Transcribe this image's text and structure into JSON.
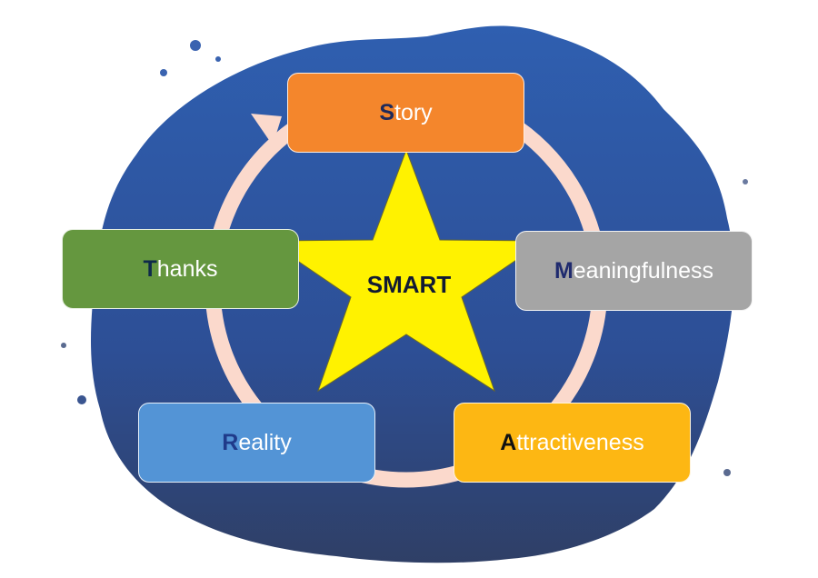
{
  "diagram": {
    "center": {
      "label": "SMART",
      "star_color": "#fff200",
      "label_color": "#111a33"
    },
    "cycle_arrow_color": "#fbd9cc",
    "background_blob_color": "#2f5aa6",
    "steps": [
      {
        "first_letter": "S",
        "rest": "tory",
        "full": "Story",
        "color": "#f4862c",
        "letter_color": "#1f2a5a"
      },
      {
        "first_letter": "M",
        "rest": "eaningfulness",
        "full": "Meaningfulness",
        "color": "#a5a5a5",
        "letter_color": "#1f2a6e"
      },
      {
        "first_letter": "A",
        "rest": "ttractiveness",
        "full": "Attractiveness",
        "color": "#fdb713",
        "letter_color": "#111111"
      },
      {
        "first_letter": "R",
        "rest": "eality",
        "full": "Reality",
        "color": "#5394d6",
        "letter_color": "#1f3a8a"
      },
      {
        "first_letter": "T",
        "rest": "hanks",
        "full": "Thanks",
        "color": "#65973f",
        "letter_color": "#0e2a4a"
      }
    ]
  }
}
